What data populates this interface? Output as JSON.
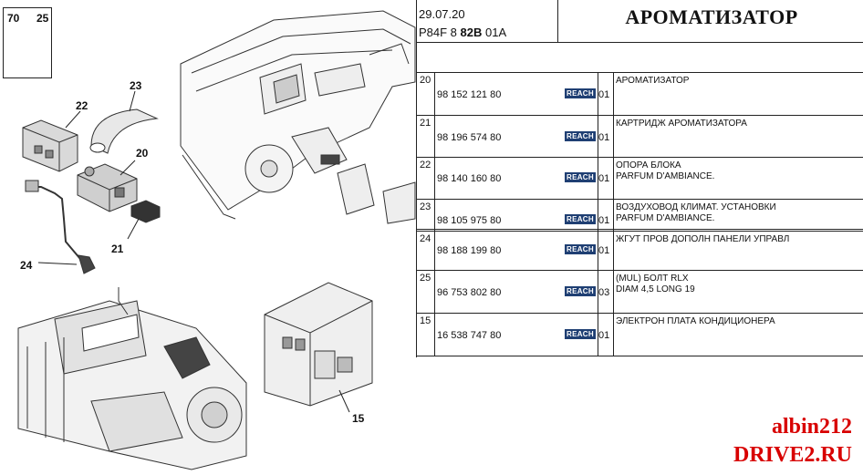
{
  "header": {
    "date": "29.07.20",
    "code_prefix": "P84F 8 ",
    "code_bold": "82B",
    "code_suffix": " 01A",
    "title": "АРОМАТИЗАТОР"
  },
  "diagram": {
    "callouts": {
      "c70": "70",
      "c25": "25",
      "c23": "23",
      "c22": "22",
      "c20": "20",
      "c21": "21",
      "c24": "24",
      "c15": "15"
    }
  },
  "parts": [
    {
      "ref": "20",
      "part_no": "98 152 121 80",
      "reach": "REACH",
      "qty": "01",
      "desc": "АРОМАТИЗАТОР",
      "desc2": ""
    },
    {
      "ref": "21",
      "part_no": "98 196 574 80",
      "reach": "REACH",
      "qty": "01",
      "desc": "КАРТРИДЖ АРОМАТИЗАТОРА",
      "desc2": ""
    },
    {
      "ref": "22",
      "part_no": "98 140 160 80",
      "reach": "REACH",
      "qty": "01",
      "desc": "ОПОРА БЛОКА",
      "desc2": "PARFUM D'AMBIANCE."
    },
    {
      "ref": "23",
      "part_no": "98 105 975 80",
      "reach": "REACH",
      "qty": "01",
      "desc": "ВОЗДУХОВОД КЛИМАТ. УСТАНОВКИ",
      "desc2": "PARFUM D'AMBIANCE."
    },
    {
      "ref": "24",
      "part_no": "98 188 199 80",
      "reach": "REACH",
      "qty": "01",
      "desc": "ЖГУТ ПРОВ ДОПОЛН ПАНЕЛИ УПРАВЛ",
      "desc2": ""
    },
    {
      "ref": "25",
      "part_no": "96 753 802 80",
      "reach": "REACH",
      "qty": "03",
      "desc": "(MUL) БОЛТ RLX",
      "desc2": "DIAM 4,5 LONG 19"
    },
    {
      "ref": "15",
      "part_no": "16 538 747 80",
      "reach": "REACH",
      "qty": "01",
      "desc": "ЭЛЕКТРОН ПЛАТА КОНДИЦИОНЕРА",
      "desc2": ""
    }
  ],
  "watermark": {
    "line1": "albin212",
    "line2": "DRIVE2.RU",
    "color": "#d80000"
  },
  "colors": {
    "reach_badge": "#1f3f73"
  }
}
